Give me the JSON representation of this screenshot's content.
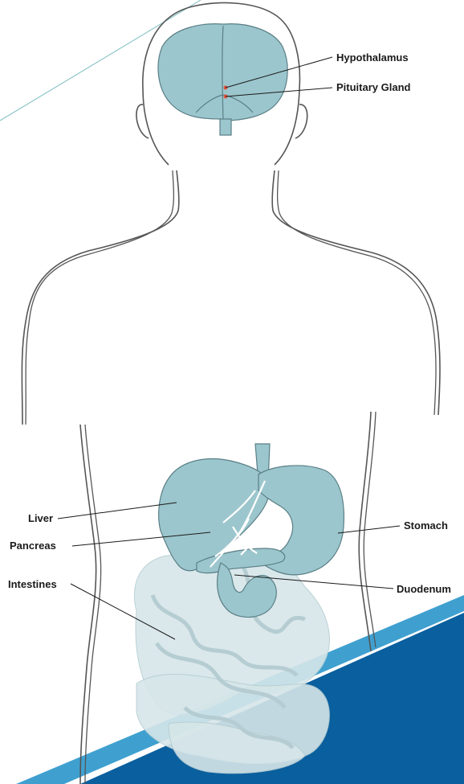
{
  "labels": {
    "hypothalamus": "Hypothalamus",
    "pituitary": "Pituitary Gland",
    "liver": "Liver",
    "stomach": "Stomach",
    "pancreas": "Pancreas",
    "duodenum": "Duodenum",
    "intestines": "Intestines"
  },
  "colors": {
    "organ_fill": "#9cc6cd",
    "organ_stroke": "#5a7f86",
    "intestine_fill": "#d6e6e9",
    "marker_red": "#e0523a",
    "accent_blue": "#0a5f9e",
    "accent_light_blue": "#3fa0d0",
    "outline_gray": "#555555",
    "deco_line_teal": "#8fc6c9"
  }
}
